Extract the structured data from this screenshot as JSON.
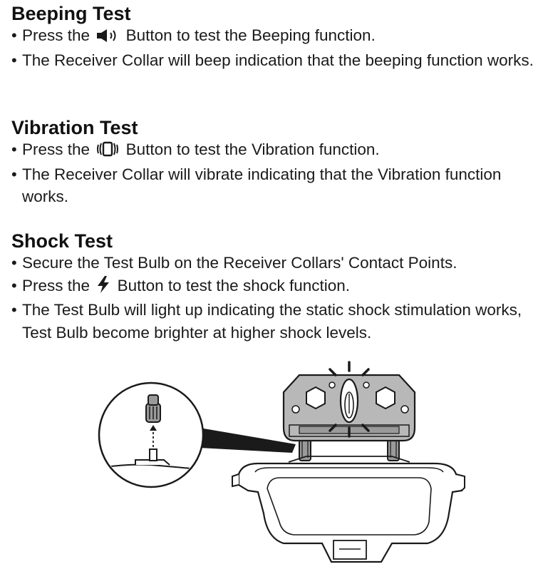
{
  "beeping": {
    "title": "Beeping Test",
    "item1_pre": "Press the",
    "item1_icon": "speaker-icon",
    "item1_post": "Button to test the Beeping function.",
    "item2": "The Receiver Collar will beep indication that the beeping function works."
  },
  "vibration": {
    "title": "Vibration Test",
    "item1_pre": "Press the",
    "item1_icon": "vibration-icon",
    "item1_post": "Button to test the Vibration function.",
    "item2": "The Receiver Collar will vibrate indicating that the Vibration function works."
  },
  "shock": {
    "title": "Shock Test",
    "item1": "Secure the Test Bulb on the Receiver Collars' Contact Points.",
    "item2_pre": "Press the",
    "item2_icon": "lightning-bolt-icon",
    "item2_post": "Button to test the shock function.",
    "item3": "The Test Bulb will light up indicating the static shock stimulation works, Test Bulb become brighter at higher shock levels."
  },
  "illustration": {
    "subject": "receiver-collar-with-test-bulb-illustration"
  }
}
